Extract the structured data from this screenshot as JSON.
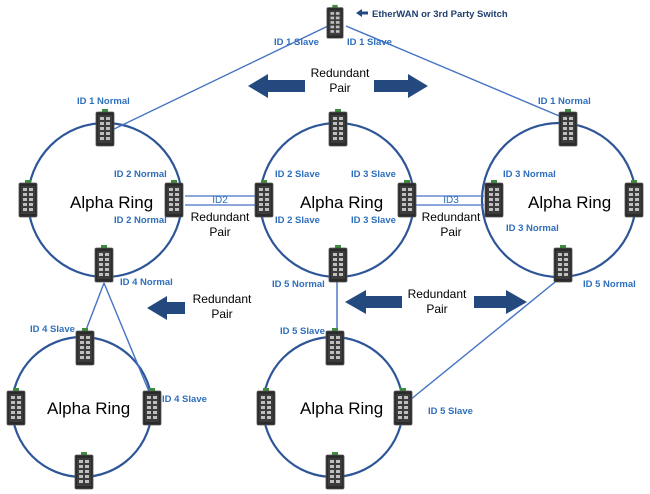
{
  "rings": [
    {
      "id": "ring-a",
      "title": "Alpha Ring"
    },
    {
      "id": "ring-b",
      "title": "Alpha Ring"
    },
    {
      "id": "ring-c",
      "title": "Alpha Ring"
    },
    {
      "id": "ring-d",
      "title": "Alpha Ring"
    },
    {
      "id": "ring-e",
      "title": "Alpha Ring"
    }
  ],
  "top_switch": {
    "label": "EtherWAN or 3rd Party Switch",
    "icon": "arrow-left-icon"
  },
  "redundant_pairs": [
    {
      "line1": "Redundant",
      "line2": "Pair"
    },
    {
      "line1": "Redundant",
      "line2": "Pair"
    },
    {
      "line1": "Redundant",
      "line2": "Pair"
    },
    {
      "line1": "Redundant",
      "line2": "Pair"
    },
    {
      "line1": "Redundant",
      "line2": "Pair"
    }
  ],
  "link_ids": [
    "ID2",
    "ID3"
  ],
  "port_labels": [
    "ID 1 Slave",
    "ID 1 Slave",
    "ID 1 Normal",
    "ID 1 Normal",
    "ID 2 Normal",
    "ID 2 Normal",
    "ID 2 Slave",
    "ID 2 Slave",
    "ID 3 Slave",
    "ID 3 Slave",
    "ID 3 Normal",
    "ID 3 Normal",
    "ID 4 Normal",
    "ID 4 Slave",
    "ID 4 Slave",
    "ID 5 Normal",
    "ID 5 Normal",
    "ID 5 Slave",
    "ID 5 Slave"
  ],
  "colors": {
    "ring": "#2e5597",
    "link": "#4472c4",
    "label": "#2e6fbd",
    "arrow": "#24497e",
    "switch_body": "#2b2b2b",
    "switch_connector": "#3e8e3e"
  }
}
